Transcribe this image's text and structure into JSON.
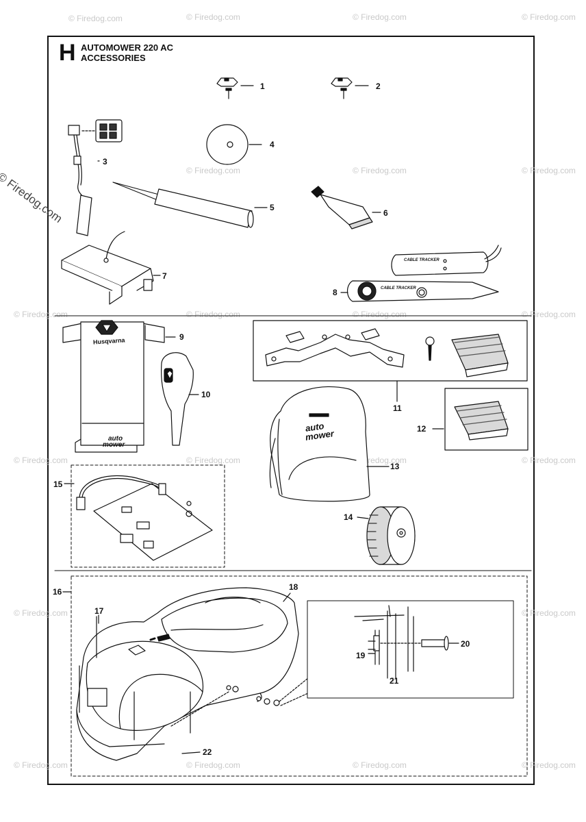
{
  "header": {
    "section_letter": "H",
    "title_line1": "AUTOMOWER 220 AC",
    "title_line2": "ACCESSORIES"
  },
  "parts": [
    {
      "number": "1"
    },
    {
      "number": "2"
    },
    {
      "number": "3"
    },
    {
      "number": "4"
    },
    {
      "number": "5"
    },
    {
      "number": "6"
    },
    {
      "number": "7"
    },
    {
      "number": "8"
    },
    {
      "number": "9"
    },
    {
      "number": "10"
    },
    {
      "number": "11"
    },
    {
      "number": "12"
    },
    {
      "number": "13"
    },
    {
      "number": "14"
    },
    {
      "number": "15"
    },
    {
      "number": "16"
    },
    {
      "number": "17"
    },
    {
      "number": "18"
    },
    {
      "number": "19"
    },
    {
      "number": "20"
    },
    {
      "number": "21"
    },
    {
      "number": "22"
    }
  ],
  "product_text": {
    "cable_tracker": "CABLE TRACKER",
    "brand": "Husqvarna",
    "logo_line1": "auto",
    "logo_line2": "mower"
  },
  "watermark": {
    "text": "© Firedog.com",
    "side_text": "© Firedog.com"
  },
  "colors": {
    "line": "#111111",
    "fill_light": "#ffffff",
    "fill_gray": "#d9d9d9",
    "watermark": "#c9c9c9"
  }
}
